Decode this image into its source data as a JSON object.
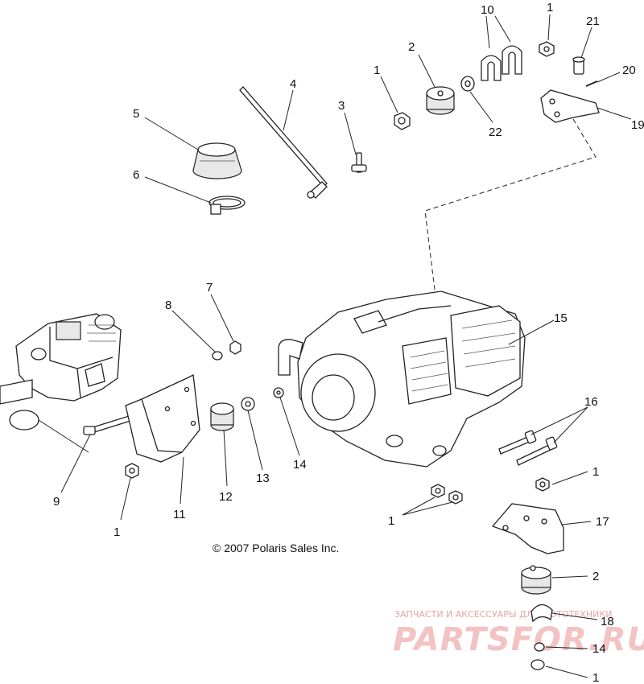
{
  "diagram": {
    "copyright": "© 2007 Polaris Sales Inc.",
    "watermark_top": "ЗАПЧАСТИ И АКСЕССУАРЫ ДЛЯ МОТОТЕХНИКИ",
    "watermark_logo": "PARTSFOR.RU",
    "callouts": [
      {
        "id": "c1a",
        "text": "1"
      },
      {
        "id": "c21",
        "text": "21"
      },
      {
        "id": "c10",
        "text": "10"
      },
      {
        "id": "c20",
        "text": "20"
      },
      {
        "id": "c2a",
        "text": "2"
      },
      {
        "id": "c1b",
        "text": "1"
      },
      {
        "id": "c4",
        "text": "4"
      },
      {
        "id": "c19",
        "text": "19"
      },
      {
        "id": "c3",
        "text": "3"
      },
      {
        "id": "c22",
        "text": "22"
      },
      {
        "id": "c5",
        "text": "5"
      },
      {
        "id": "c6",
        "text": "6"
      },
      {
        "id": "c7",
        "text": "7"
      },
      {
        "id": "c8",
        "text": "8"
      },
      {
        "id": "c15",
        "text": "15"
      },
      {
        "id": "c16",
        "text": "16"
      },
      {
        "id": "c1c",
        "text": "1"
      },
      {
        "id": "c9",
        "text": "9"
      },
      {
        "id": "c11",
        "text": "11"
      },
      {
        "id": "c12",
        "text": "12"
      },
      {
        "id": "c13",
        "text": "13"
      },
      {
        "id": "c14a",
        "text": "14"
      },
      {
        "id": "c1d",
        "text": "1"
      },
      {
        "id": "c1e",
        "text": "1"
      },
      {
        "id": "c17",
        "text": "17"
      },
      {
        "id": "c2b",
        "text": "2"
      },
      {
        "id": "c18",
        "text": "18"
      },
      {
        "id": "c14b",
        "text": "14"
      },
      {
        "id": "c1f",
        "text": "1"
      }
    ]
  }
}
